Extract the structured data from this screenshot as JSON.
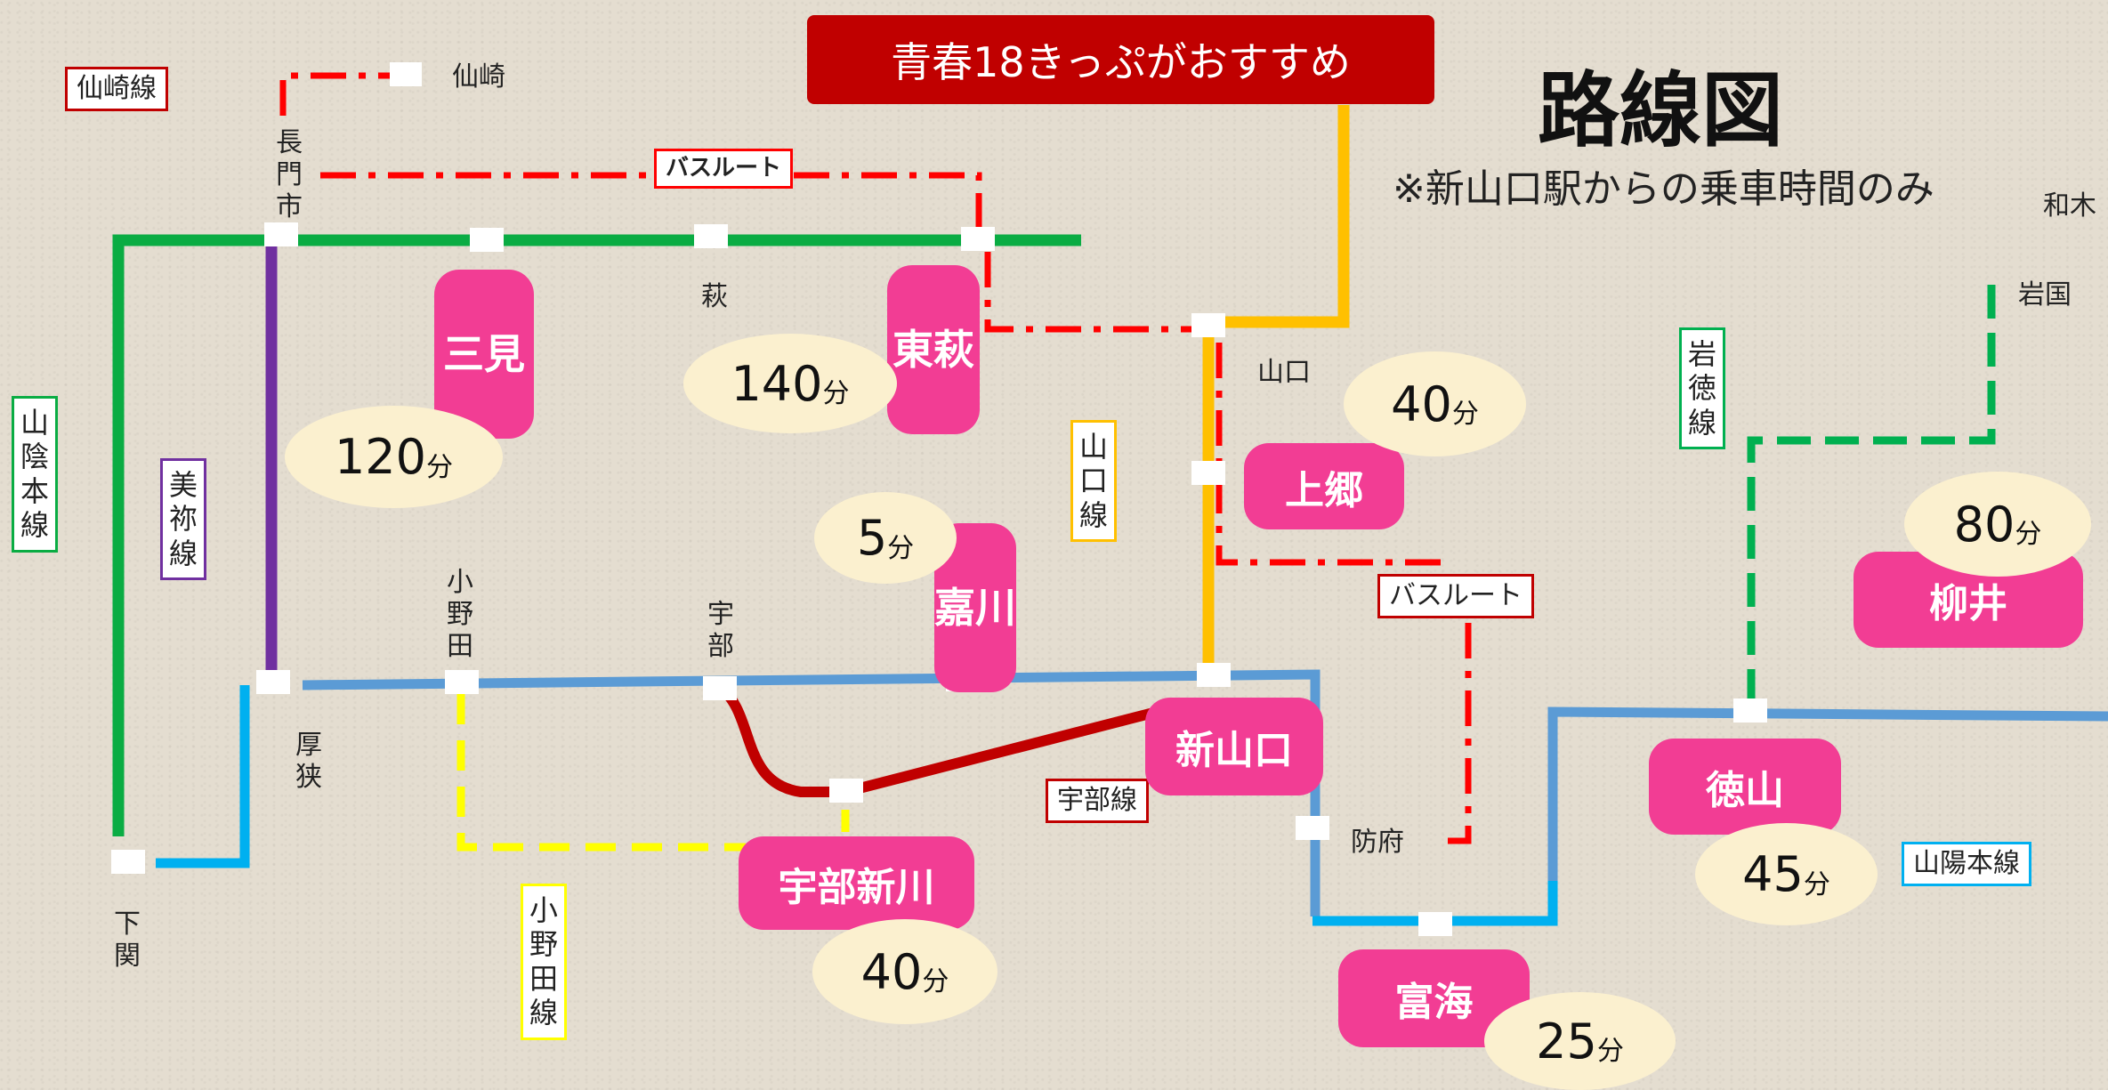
{
  "header": {
    "banner": "青春18きっぷがおすすめ",
    "title": "路線図",
    "note": "※新山口駅からの乗車時間のみ"
  },
  "lines": {
    "senzaki": "仙崎線",
    "sanin": "山陰本線",
    "mine": "美祢線",
    "yamaguchi": "山口線",
    "ube": "宇部線",
    "onoda": "小野田線",
    "gantoku": "岩徳線",
    "sanyo": "山陽本線",
    "bus_north": "バスルート",
    "bus_south": "バスルート"
  },
  "stations": {
    "senzaki": "仙崎",
    "nagato": "長門市",
    "hagi": "萩",
    "yamaguchi": "山口",
    "onoda": "小野田",
    "ube": "宇部",
    "asa": "厚狭",
    "shimonoseki": "下関",
    "hofu": "防府",
    "waki": "和木",
    "iwakuni": "岩国"
  },
  "destinations": [
    {
      "name": "三見",
      "time": "120",
      "unit": "分"
    },
    {
      "name": "東萩",
      "time": "140",
      "unit": "分"
    },
    {
      "name": "上郷",
      "time": "40",
      "unit": "分"
    },
    {
      "name": "嘉川",
      "time": "5",
      "unit": "分"
    },
    {
      "name": "宇部新川",
      "time": "40",
      "unit": "分"
    },
    {
      "name": "新山口",
      "time": "",
      "unit": ""
    },
    {
      "name": "富海",
      "time": "25",
      "unit": "分"
    },
    {
      "name": "徳山",
      "time": "45",
      "unit": "分"
    },
    {
      "name": "柳井",
      "time": "80",
      "unit": "分"
    }
  ],
  "colors": {
    "sanin": "#0aac43",
    "mine": "#7030a0",
    "yamaguchi": "#ffc000",
    "sanyo": "#5b9bd5",
    "sanyo_alt": "#00b0f0",
    "ube": "#c00000",
    "onoda": "#ffff00",
    "bus": "#ff0000",
    "gantoku": "#00b050",
    "station_pill": "#f23d94",
    "time_bubble": "#fbf0cf"
  }
}
